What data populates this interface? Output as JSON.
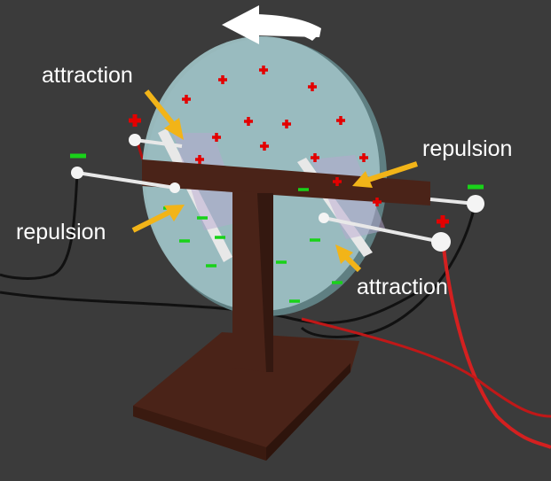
{
  "labels": {
    "attraction_left": "attraction",
    "repulsion_right": "repulsion",
    "repulsion_left": "repulsion",
    "attraction_right": "attraction"
  },
  "colors": {
    "background": "#3b3b3b",
    "disc": "#9cbfc2",
    "wood": "#4a2318",
    "arrow": "#f2b418",
    "plus": "#e30000",
    "minus": "#19d219",
    "rotation_arrow": "#ffffff"
  },
  "icons": [
    "rotation-arrow-icon",
    "plus-charge-icon",
    "minus-charge-icon",
    "pointer-arrow-icon"
  ]
}
